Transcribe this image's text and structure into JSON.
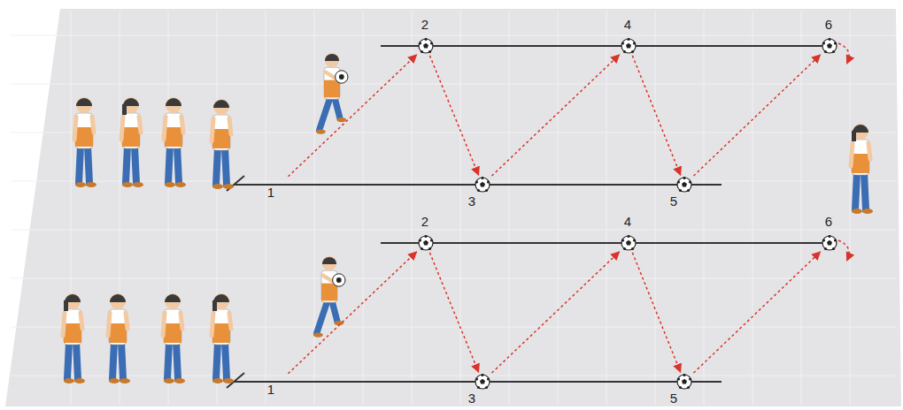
{
  "diagram": {
    "nodes": [
      {
        "text": [
          "1"
        ]
      },
      {
        "text": [
          "2"
        ]
      },
      {
        "text": [
          "3"
        ]
      },
      {
        "text": [
          "4"
        ]
      },
      {
        "text": [
          "5"
        ]
      },
      {
        "text": [
          "6"
        ]
      },
      {
        "text": [
          "1"
        ]
      },
      {
        "text": [
          "2"
        ]
      },
      {
        "text": [
          "3"
        ]
      },
      {
        "text": [
          "4"
        ]
      },
      {
        "text": [
          "5"
        ]
      },
      {
        "text": [
          "6"
        ]
      }
    ],
    "edges": [
      {
        "from": 0,
        "to": 1,
        "arrow": "to"
      },
      {
        "from": 1,
        "to": 2,
        "arrow": "to"
      },
      {
        "from": 2,
        "to": 3,
        "arrow": "to"
      },
      {
        "from": 3,
        "to": 4,
        "arrow": "to"
      },
      {
        "from": 4,
        "to": 5,
        "arrow": "to"
      },
      {
        "from": 6,
        "to": 7,
        "arrow": "to"
      },
      {
        "from": 7,
        "to": 8,
        "arrow": "to"
      },
      {
        "from": 8,
        "to": 9,
        "arrow": "to"
      },
      {
        "from": 9,
        "to": 10,
        "arrow": "to"
      },
      {
        "from": 10,
        "to": 11,
        "arrow": "to"
      }
    ]
  }
}
